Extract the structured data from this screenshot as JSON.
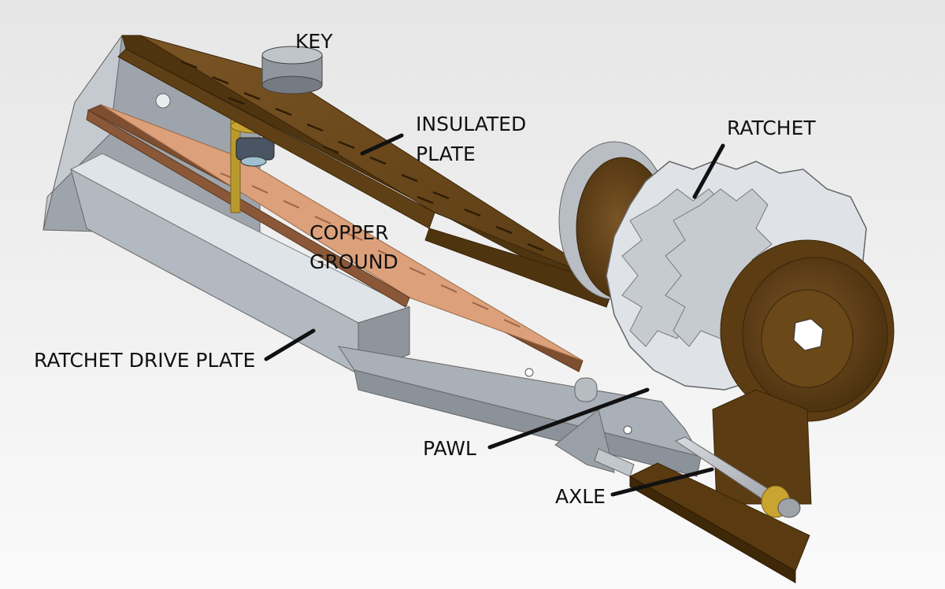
{
  "labels": {
    "key": "KEY",
    "insulated_plate": [
      "INSULATED",
      "PLATE"
    ],
    "ratchet": "RATCHET",
    "copper_ground": [
      "COPPER",
      "GROUND"
    ],
    "ratchet_drive_plate": "RATCHET DRIVE PLATE",
    "pawl": "PAWL",
    "axle": "AXLE"
  },
  "colors": {
    "background_top": "#e6e6e6",
    "background_bottom": "#fafafa",
    "wood": "#6e4b1f",
    "wood_dark": "#4f3410",
    "copper": "#d8a07c",
    "steel": "#a9aeb4",
    "steel_light": "#cfd4da",
    "brass": "#c9a430",
    "leader": "#111111"
  }
}
